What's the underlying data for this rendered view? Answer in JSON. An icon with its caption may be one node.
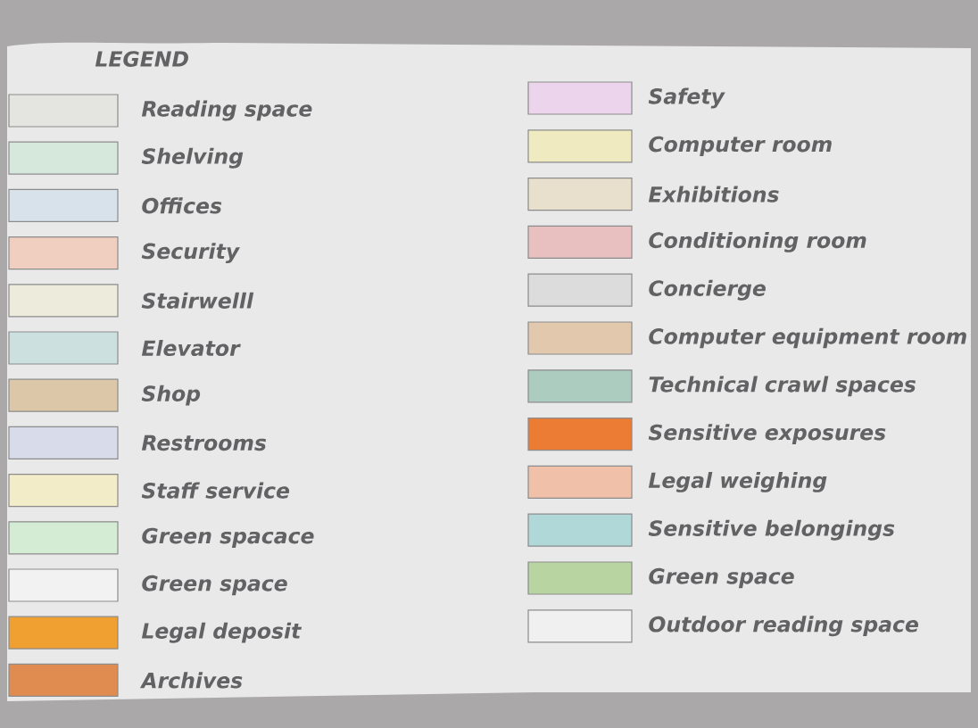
{
  "diagram": {
    "title": "LEGEND",
    "legend": [
      {
        "text": "Reading space",
        "color": "#e4e4e0"
      },
      {
        "text": "Shelving",
        "color": "#d6e8dc"
      },
      {
        "text": "Offices",
        "color": "#d8e2ea"
      },
      {
        "text": "Security",
        "color": "#f0cfc0"
      },
      {
        "text": "Stairwelll",
        "color": "#ecebdc"
      },
      {
        "text": "Elevator",
        "color": "#cce0e0"
      },
      {
        "text": "Shop",
        "color": "#dcc8a8"
      },
      {
        "text": "Restrooms",
        "color": "#d8dcea"
      },
      {
        "text": "Staff service",
        "color": "#f2ecc8"
      },
      {
        "text": "Green spacace",
        "color": "#d4ecd4"
      },
      {
        "text": "Green space",
        "color": "#f2f2f2"
      },
      {
        "text": "Legal deposit",
        "color": "#f0a030"
      },
      {
        "text": "Archives",
        "color": "#e08c50"
      },
      {
        "text": "Safety",
        "color": "#ecd4ec"
      },
      {
        "text": "Computer room",
        "color": "#f0eac0"
      },
      {
        "text": "Exhibitions",
        "color": "#e8e0cc"
      },
      {
        "text": "Conditioning room",
        "color": "#e8c0c0"
      },
      {
        "text": "Concierge",
        "color": "#dcdcdc"
      },
      {
        "text": "Computer equipment room",
        "color": "#e2c8ac"
      },
      {
        "text": "Technical crawl spaces",
        "color": "#acccc0"
      },
      {
        "text": "Sensitive exposures",
        "color": "#ec7c34"
      },
      {
        "text": "Legal weighing",
        "color": "#f0c0a8"
      },
      {
        "text": "Sensitive belongings",
        "color": "#b0d8d8"
      },
      {
        "text": "Green space",
        "color": "#b8d4a0"
      },
      {
        "text": "Outdoor reading space",
        "color": "#f0f0f0"
      }
    ]
  }
}
